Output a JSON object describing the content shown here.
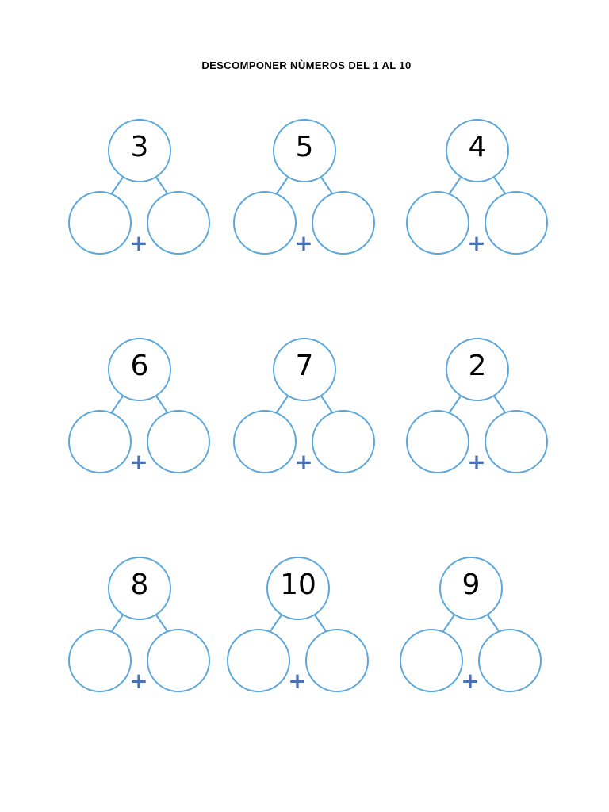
{
  "worksheet": {
    "title": "DESCOMPONER NÙMEROS DEL 1 AL 10",
    "plus_sign": "+",
    "bonds": [
      {
        "total": "3"
      },
      {
        "total": "5"
      },
      {
        "total": "4"
      },
      {
        "total": "6"
      },
      {
        "total": "7"
      },
      {
        "total": "2"
      },
      {
        "total": "8"
      },
      {
        "total": "10"
      },
      {
        "total": "9"
      }
    ]
  },
  "colors": {
    "circle_stroke": "#5aa7dc",
    "plus": "#4a6fb5",
    "text": "#000000"
  }
}
